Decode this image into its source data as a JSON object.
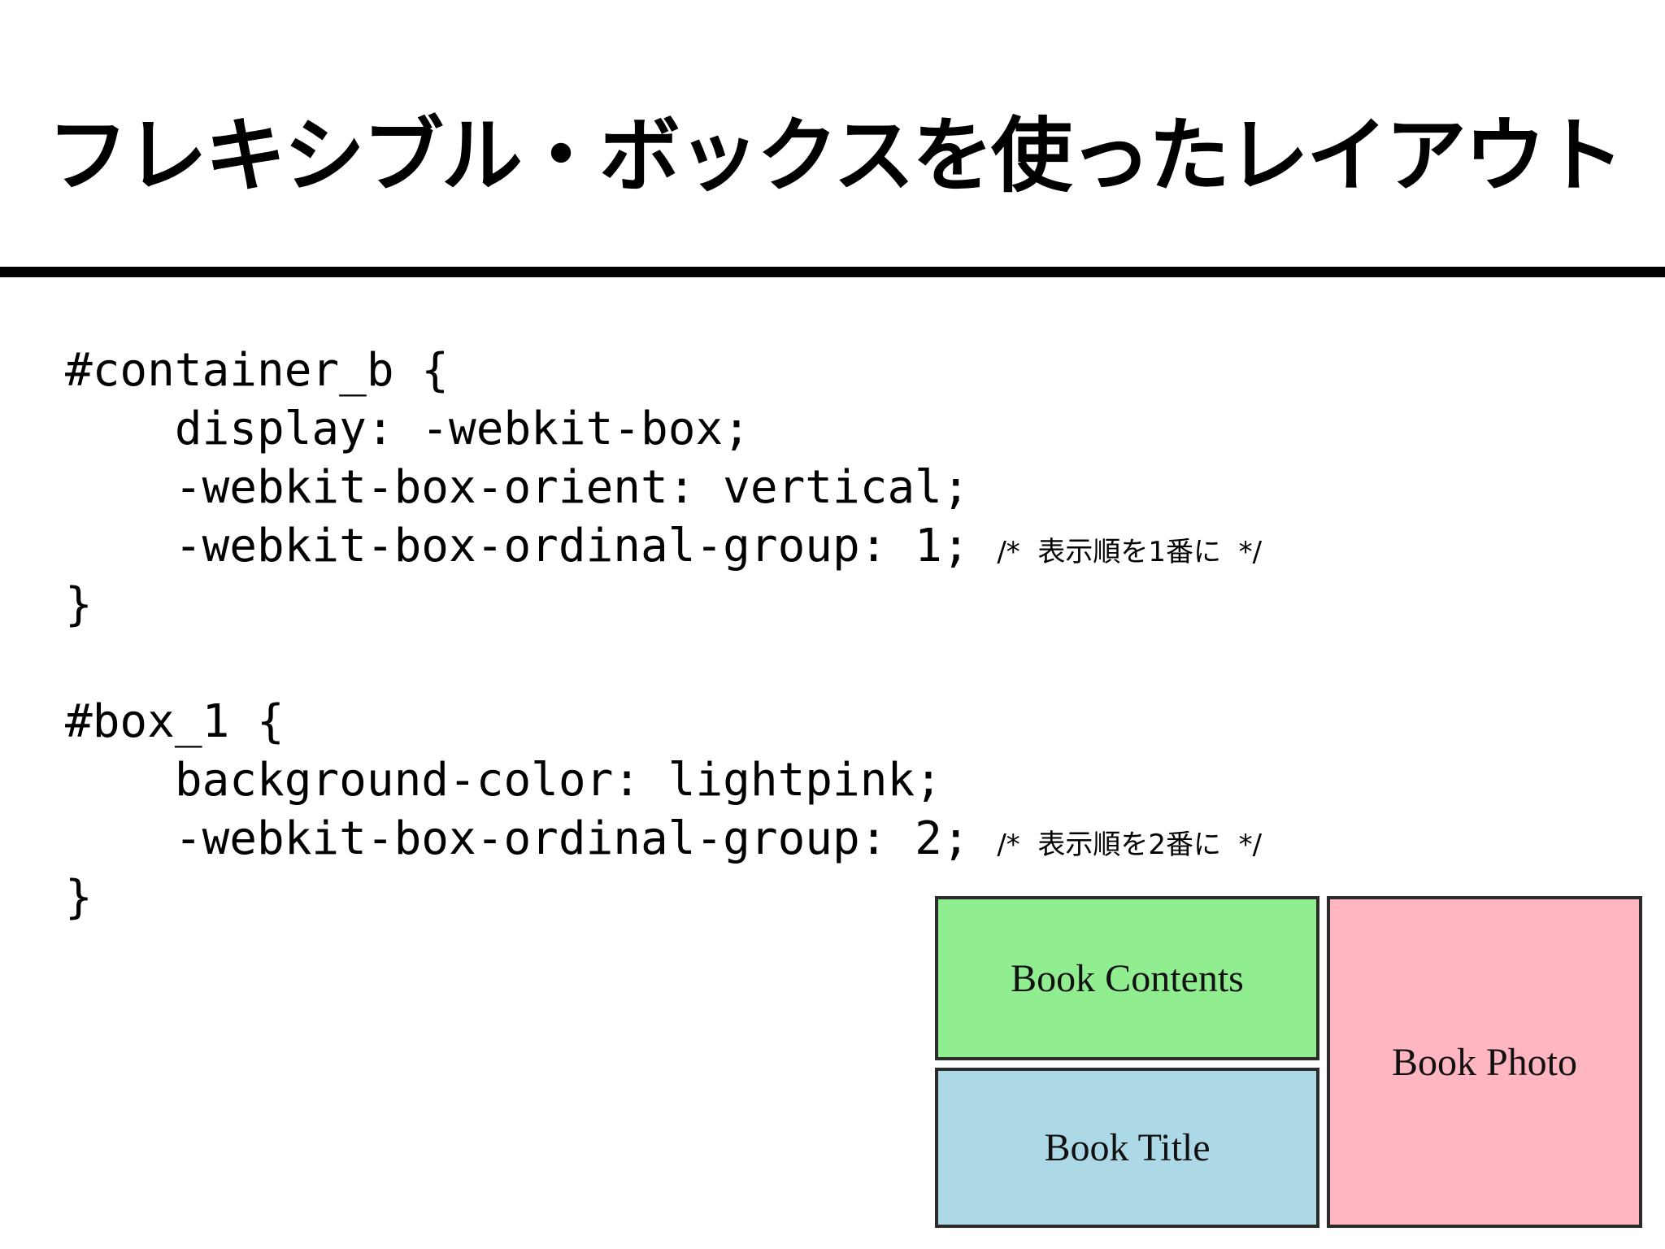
{
  "slide": {
    "title": "フレキシブル・ボックスを使ったレイアウト"
  },
  "code": {
    "lines": [
      {
        "text": "#container_b {",
        "comment": ""
      },
      {
        "text": "    display: -webkit-box;",
        "comment": ""
      },
      {
        "text": "    -webkit-box-orient: vertical;",
        "comment": ""
      },
      {
        "text": "    -webkit-box-ordinal-group: 1; ",
        "comment": "/*  表示順を1番に  */"
      },
      {
        "text": "}",
        "comment": ""
      },
      {
        "text": "",
        "comment": ""
      },
      {
        "text": "#box_1 {",
        "comment": ""
      },
      {
        "text": "    background-color: lightpink;",
        "comment": ""
      },
      {
        "text": "    -webkit-box-ordinal-group: 2; ",
        "comment": "/*  表示順を2番に  */"
      },
      {
        "text": "}",
        "comment": ""
      }
    ]
  },
  "demo": {
    "border_color": "#2b2b2b",
    "boxes": [
      {
        "label": "Book Contents",
        "color": "#90EE90"
      },
      {
        "label": "Book Title",
        "color": "#ADD8E6"
      },
      {
        "label": "Book Photo",
        "color": "#FFB6C1"
      }
    ]
  }
}
